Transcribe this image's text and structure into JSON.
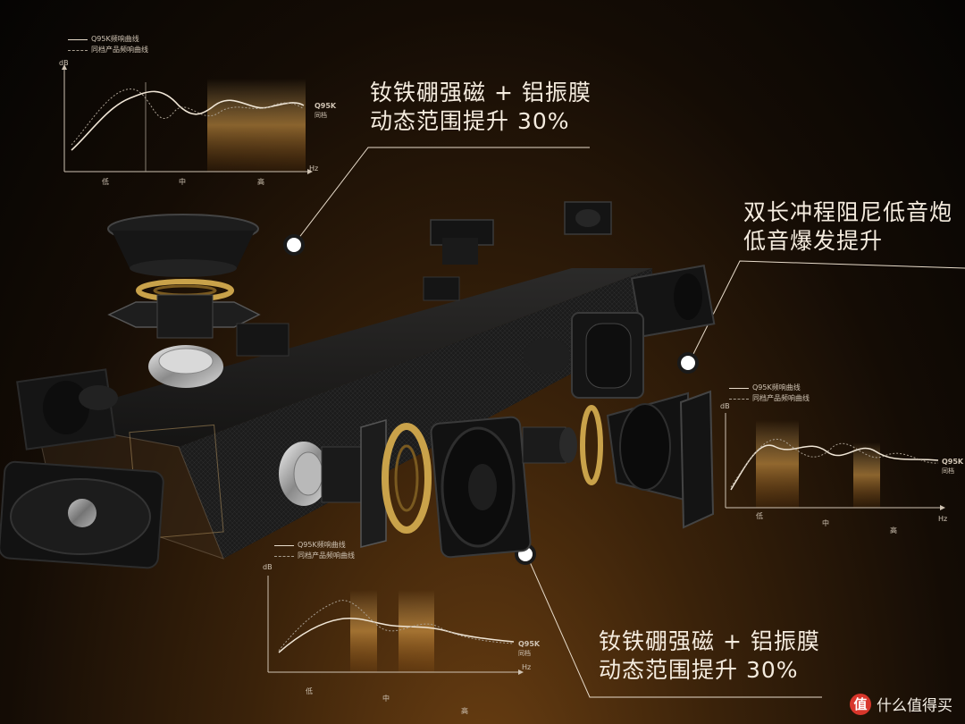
{
  "callouts": {
    "top": {
      "line1": "钕铁硼强磁 + 铝振膜",
      "line2": "动态范围提升 30%"
    },
    "right": {
      "line1": "双长冲程阻尼低音炮",
      "line2": "低音爆发提升"
    },
    "bottom": {
      "line1": "钕铁硼强磁 + 铝振膜",
      "line2": "动态范围提升 30%"
    }
  },
  "graphs": {
    "legend_solid": "Q95K频响曲线",
    "legend_dotted": "同档产品频响曲线",
    "y_unit": "dB",
    "x_unit": "Hz",
    "x_labels": [
      "低",
      "中",
      "高"
    ],
    "series_label": "Q95K",
    "series_sublabel": "同档"
  },
  "watermark": {
    "badge": "值",
    "text": "什么值得买"
  },
  "colors": {
    "accent_gold": "#e8b35a",
    "ring_gold": "#c9a24a",
    "text": "#f5ecdf"
  }
}
